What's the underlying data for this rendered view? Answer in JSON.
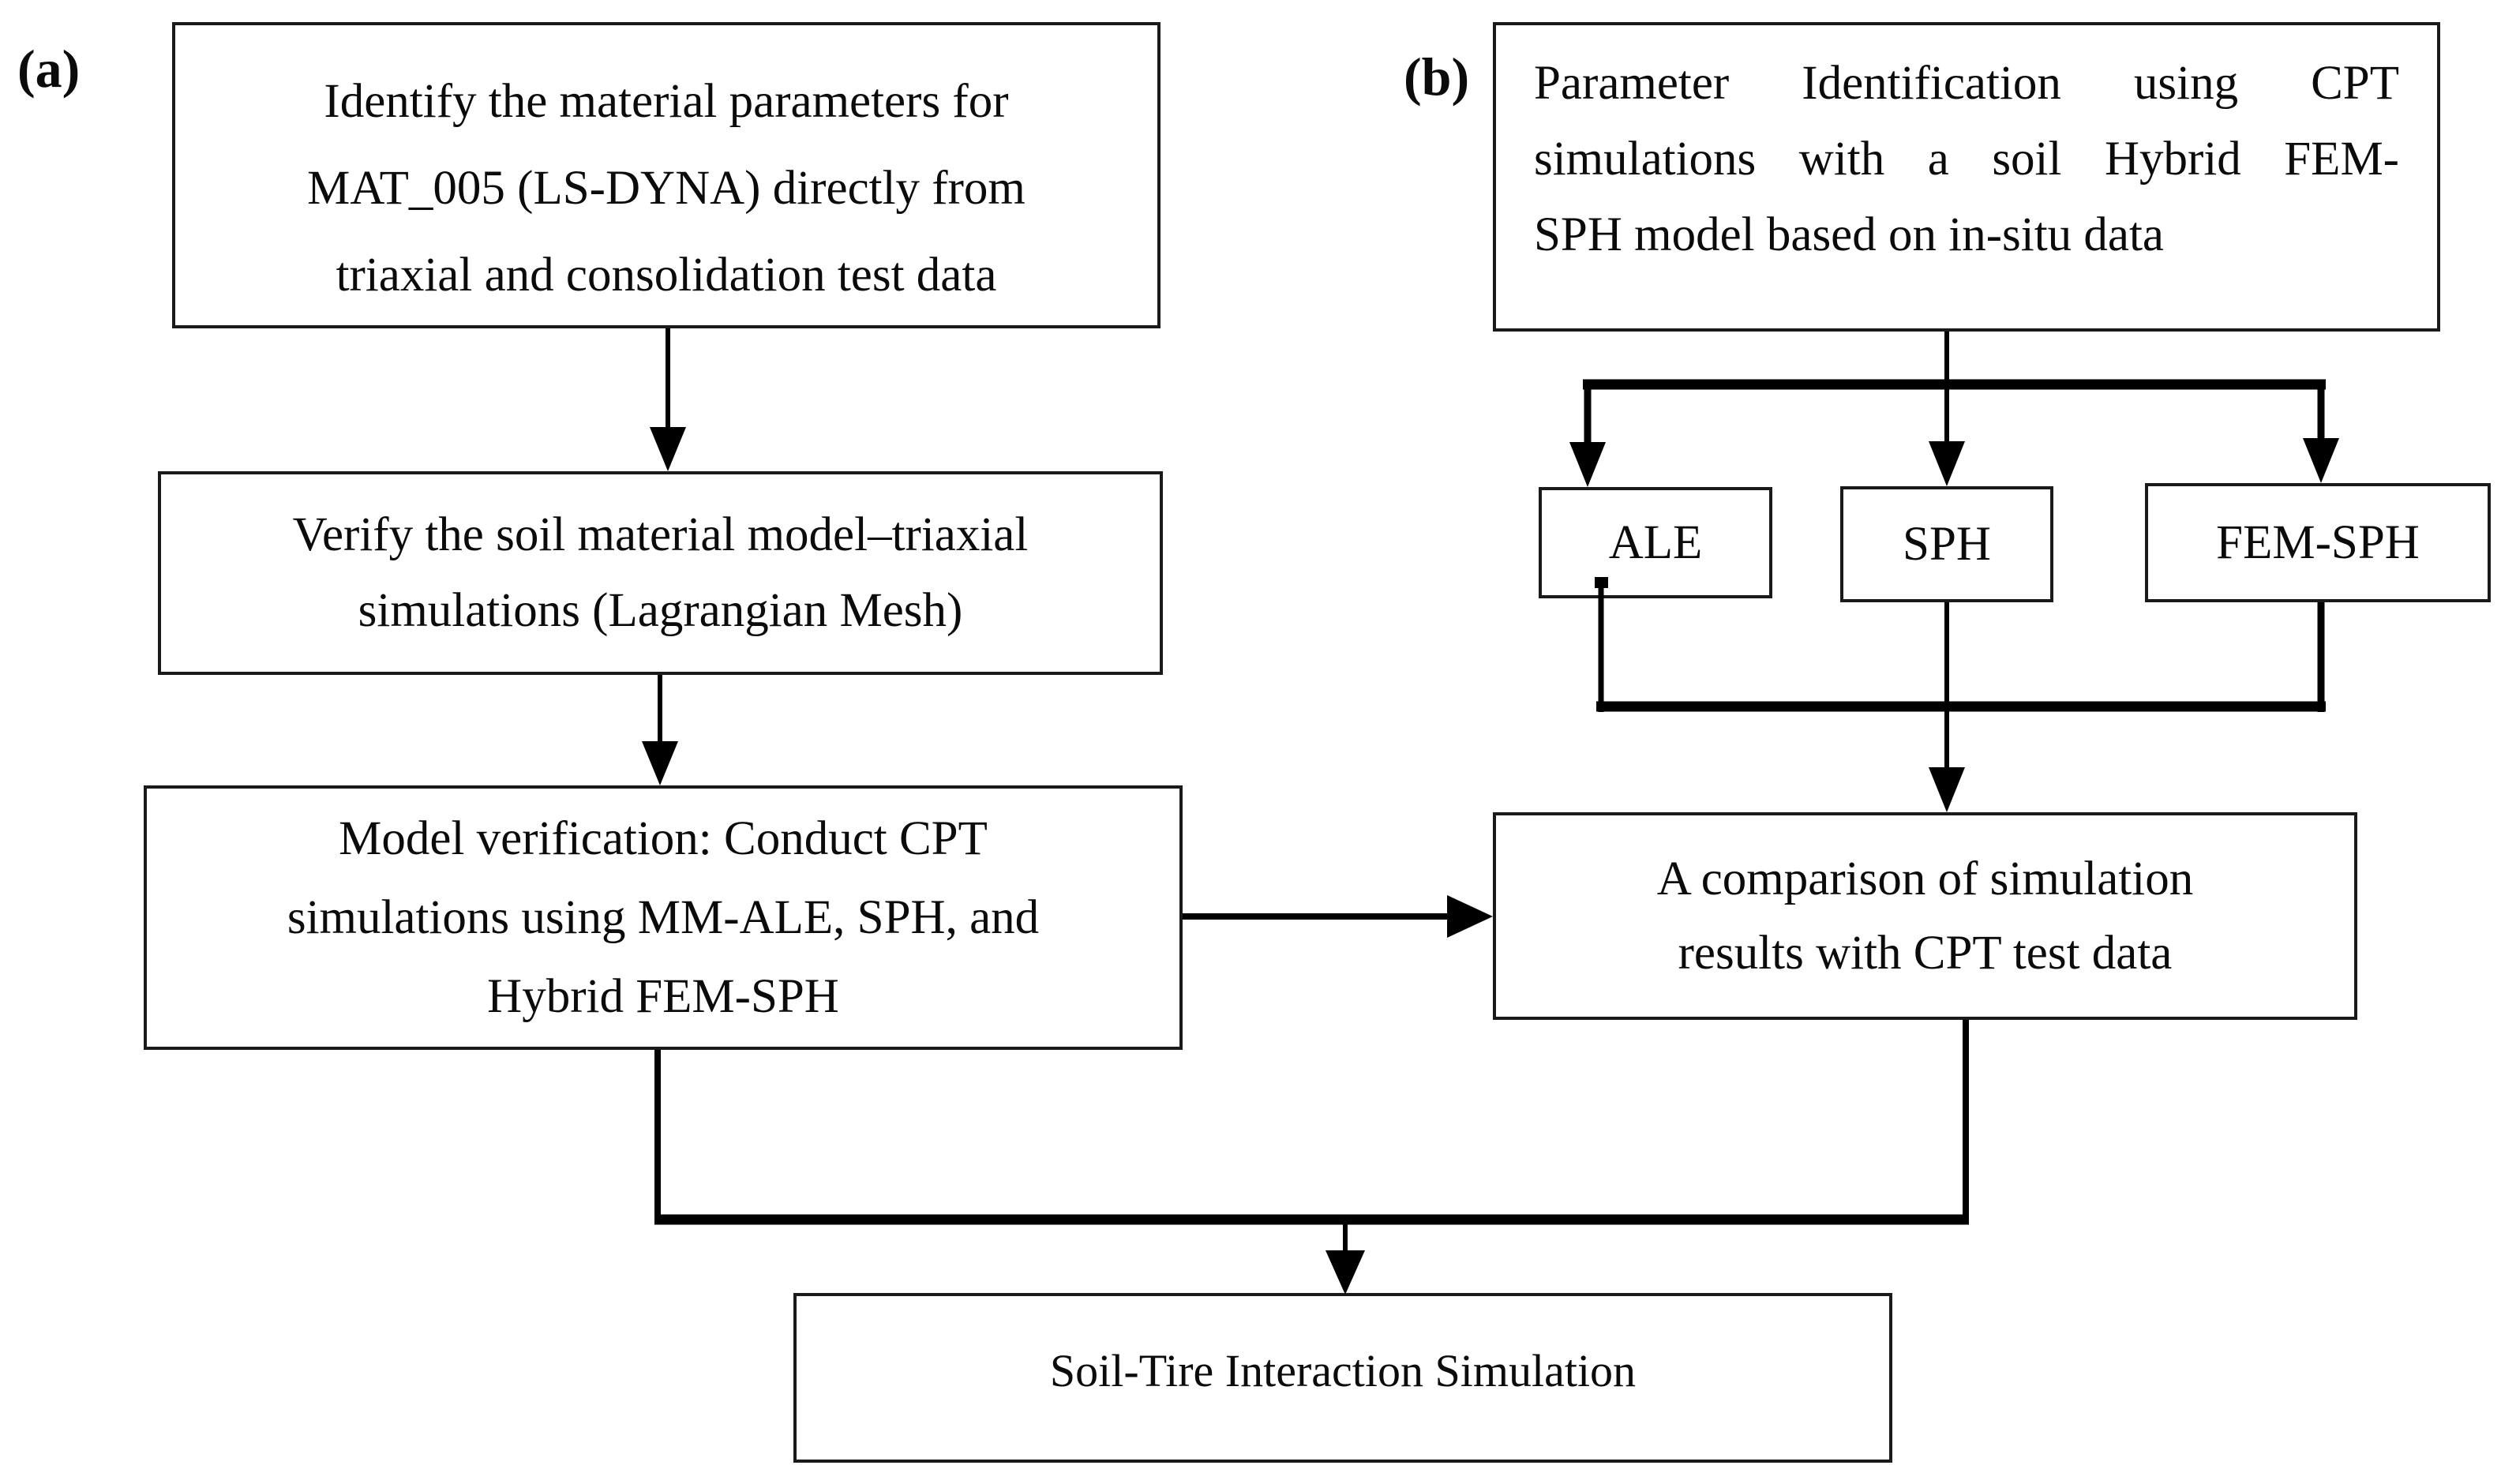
{
  "figure": {
    "background_color": "#ffffff",
    "line_color": "#000000",
    "text_color": "#0b0b0b",
    "panels": {
      "a": {
        "label": "(a)"
      },
      "b": {
        "label": "(b)"
      }
    },
    "boxes": {
      "identify": {
        "lines": [
          "Identify the material parameters for",
          "MAT_005 (LS-DYNA) directly from",
          "triaxial and consolidation test data"
        ]
      },
      "verify": {
        "lines": [
          "Verify the soil material model–triaxial",
          "simulations (Lagrangian Mesh)"
        ]
      },
      "model_verification": {
        "lines": [
          "Model verification: Conduct CPT",
          "simulations using MM-ALE, SPH, and",
          "Hybrid FEM-SPH"
        ]
      },
      "parameter_identification": {
        "lines": [
          "Parameter Identification using CPT",
          "simulations with a soil Hybrid FEM-",
          "SPH model based on in-situ data"
        ]
      },
      "ale": {
        "lines": [
          "ALE"
        ]
      },
      "sph": {
        "lines": [
          "SPH"
        ]
      },
      "fem_sph": {
        "lines": [
          "FEM-SPH"
        ]
      },
      "comparison": {
        "lines": [
          "A comparison of simulation",
          "results with CPT test data"
        ]
      },
      "soil_tire": {
        "lines": [
          "Soil-Tire Interaction Simulation"
        ]
      }
    }
  }
}
